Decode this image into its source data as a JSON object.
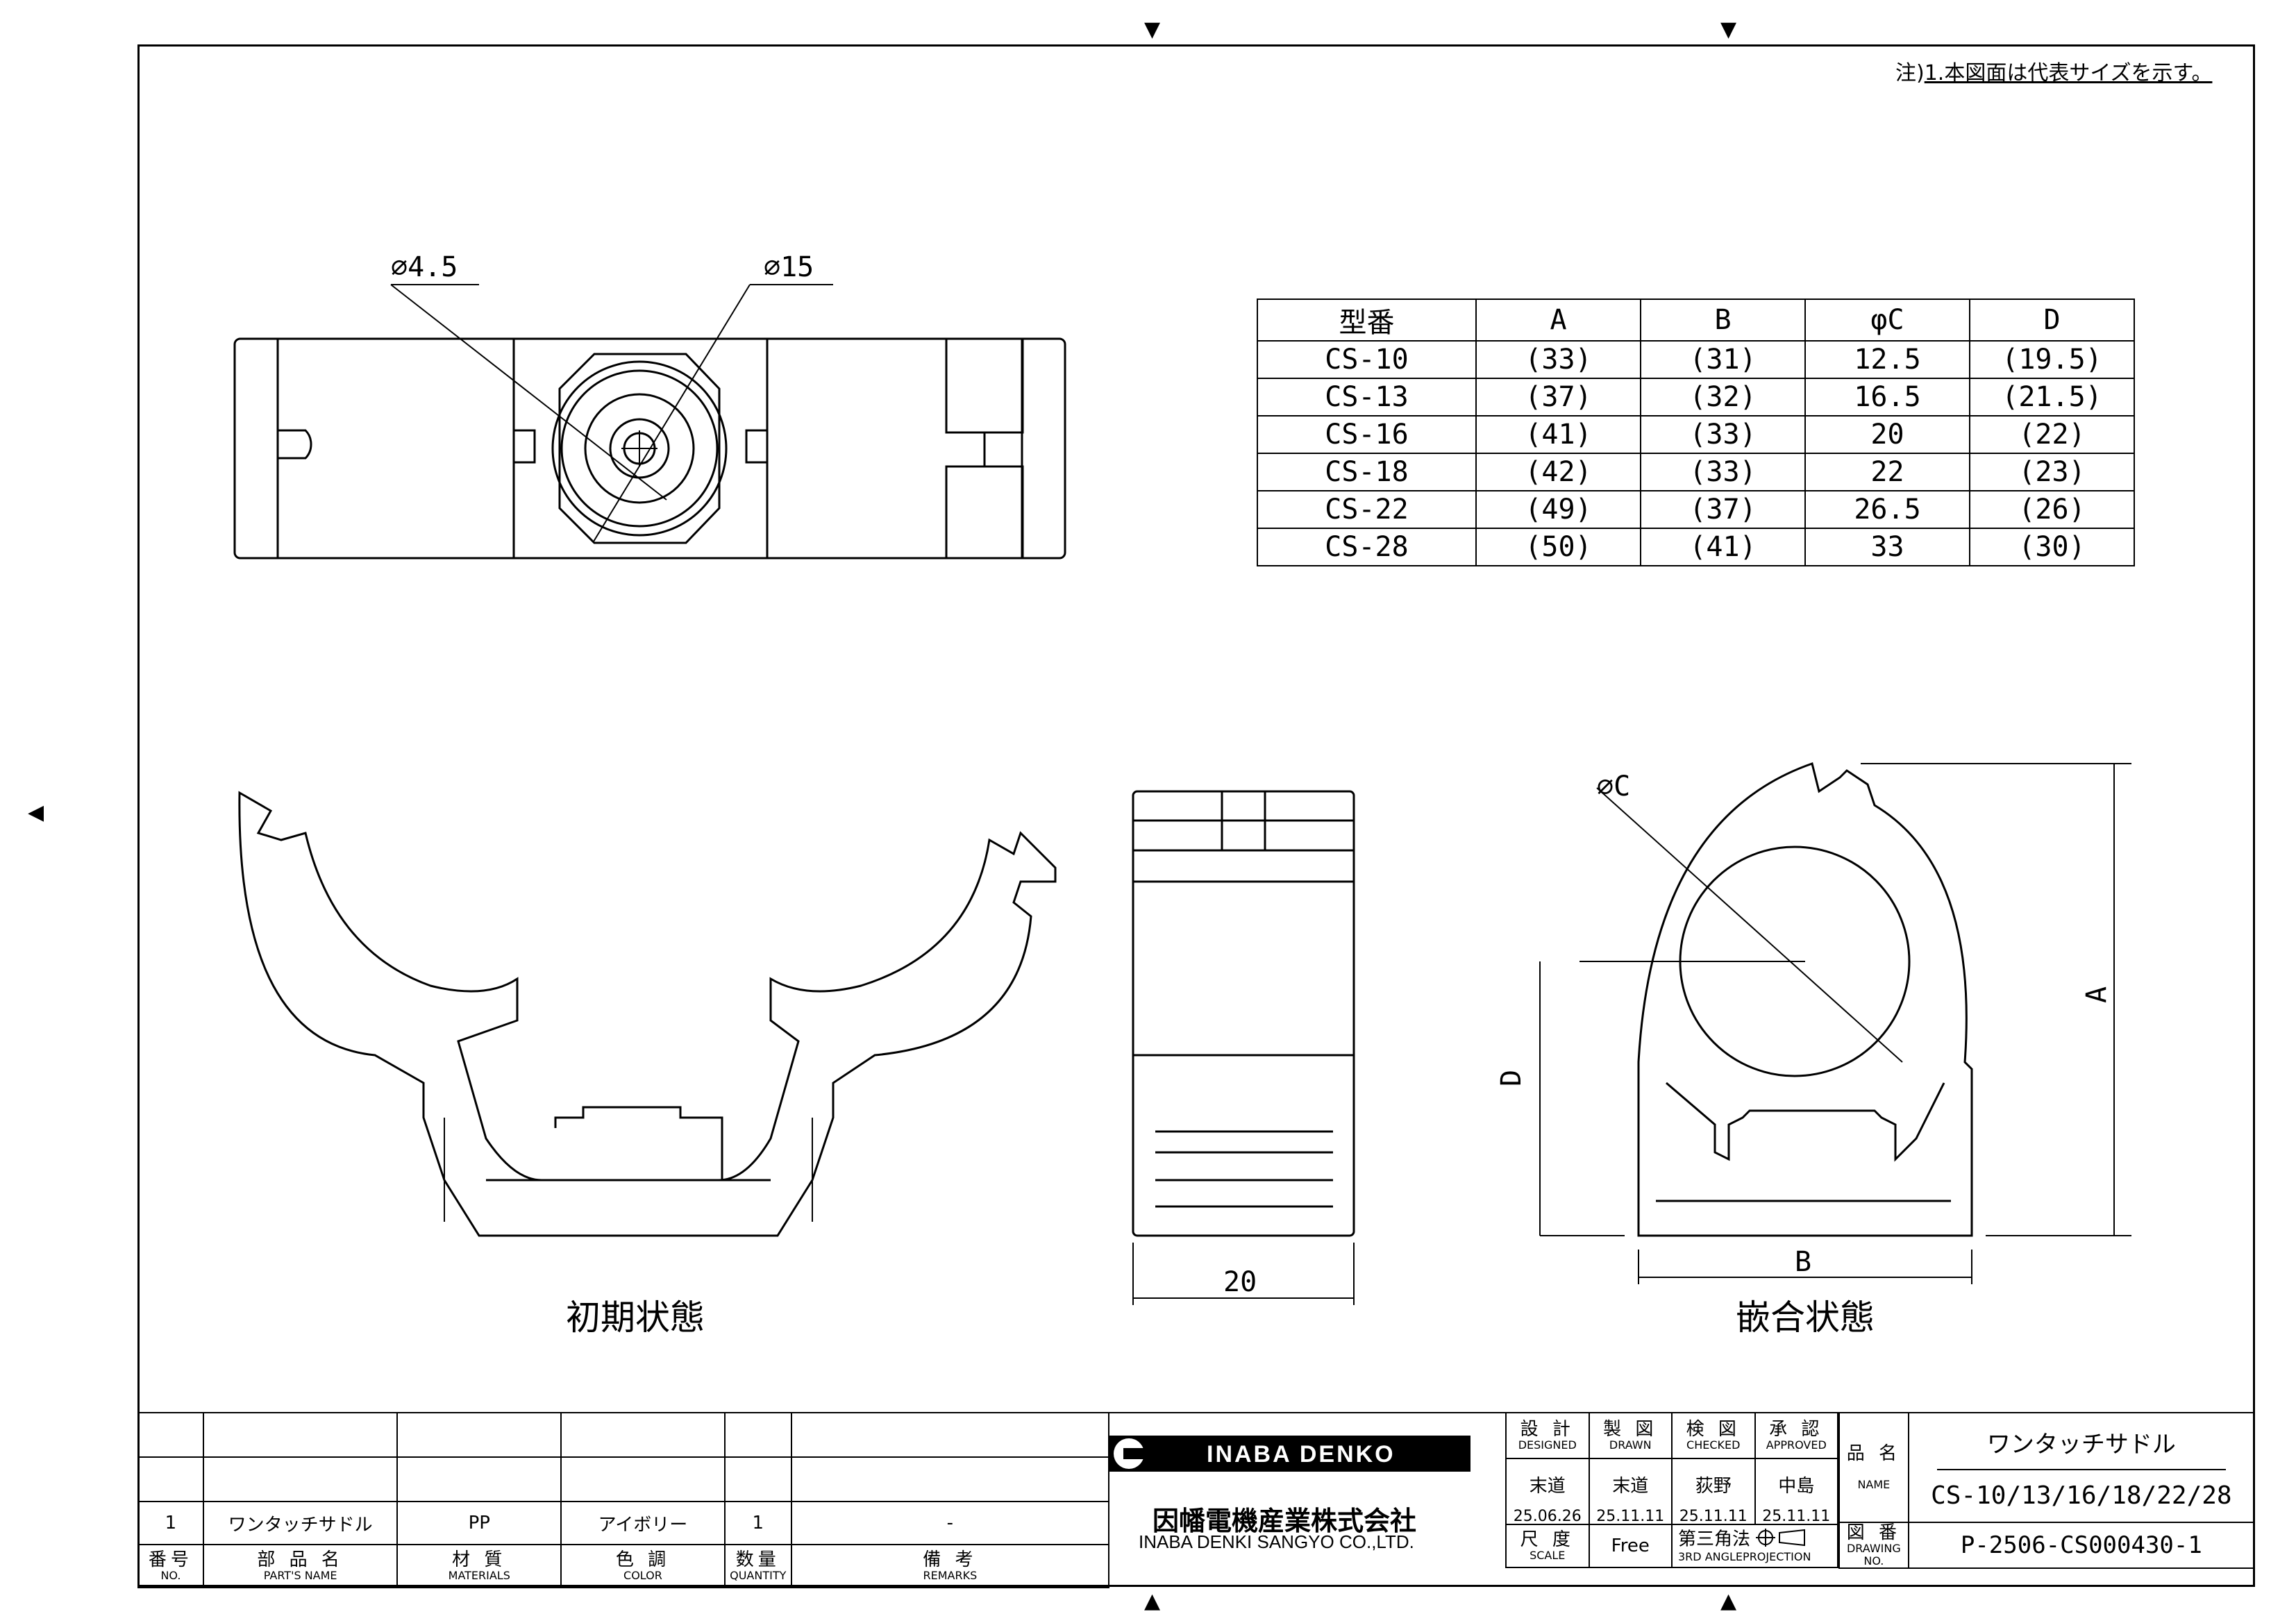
{
  "note": {
    "prefix": "注)",
    "text": "1.本図面は代表サイズを示す。"
  },
  "dimensions": {
    "hole_small": "∅4.5",
    "hole_large": "∅15",
    "diameter_c": "∅C",
    "a": "A",
    "b": "B",
    "d": "D",
    "width": "20"
  },
  "views": {
    "initial": "初期状態",
    "fitted": "嵌合状態"
  },
  "spec_table": {
    "headers": [
      "型番",
      "A",
      "B",
      "φC",
      "D"
    ],
    "rows": [
      [
        "CS-10",
        "(33)",
        "(31)",
        "12.5",
        "(19.5)"
      ],
      [
        "CS-13",
        "(37)",
        "(32)",
        "16.5",
        "(21.5)"
      ],
      [
        "CS-16",
        "(41)",
        "(33)",
        "20",
        "(22)"
      ],
      [
        "CS-18",
        "(42)",
        "(33)",
        "22",
        "(23)"
      ],
      [
        "CS-22",
        "(49)",
        "(37)",
        "26.5",
        "(26)"
      ],
      [
        "CS-28",
        "(50)",
        "(41)",
        "33",
        "(30)"
      ]
    ]
  },
  "parts_list": {
    "row": {
      "no": "1",
      "name": "ワンタッチサドル",
      "material": "PP",
      "color": "アイボリー",
      "quantity": "1",
      "remarks": "-"
    },
    "headers": {
      "no": {
        "jp": "番号",
        "en": "NO."
      },
      "name": {
        "jp": "部 品 名",
        "en": "PART'S NAME"
      },
      "material": {
        "jp": "材 質",
        "en": "MATERIALS"
      },
      "color": {
        "jp": "色 調",
        "en": "COLOR"
      },
      "quantity": {
        "jp": "数量",
        "en": "QUANTITY"
      },
      "remarks": {
        "jp": "備 考",
        "en": "REMARKS"
      }
    }
  },
  "company": {
    "logo_text": "INABA DENKO",
    "name_jp": "因幡電機産業株式会社",
    "name_en": "INABA DENKI SANGYO CO.,LTD."
  },
  "approvals": {
    "designed": {
      "jp": "設 計",
      "en": "DESIGNED",
      "name": "末道",
      "date": "25.06.26"
    },
    "drawn": {
      "jp": "製 図",
      "en": "DRAWN",
      "name": "末道",
      "date": "25.11.11"
    },
    "checked": {
      "jp": "検 図",
      "en": "CHECKED",
      "name": "荻野",
      "date": "25.11.11"
    },
    "approved": {
      "jp": "承 認",
      "en": "APPROVED",
      "name": "中島",
      "date": "25.11.11"
    }
  },
  "scale": {
    "jp": "尺 度",
    "en": "SCALE",
    "value": "Free"
  },
  "projection": {
    "jp": "第三角法",
    "en": "3RD ANGLEPROJECTION"
  },
  "product": {
    "name_label_jp": "品 名",
    "name_label_en": "NAME",
    "title": "ワンタッチサドル",
    "models": "CS-10/13/16/18/22/28"
  },
  "drawing_no": {
    "jp": "図 番",
    "en": "DRAWING NO.",
    "value": "P-2506-CS000430-1"
  },
  "colors": {
    "line": "#000000",
    "background": "#ffffff"
  }
}
